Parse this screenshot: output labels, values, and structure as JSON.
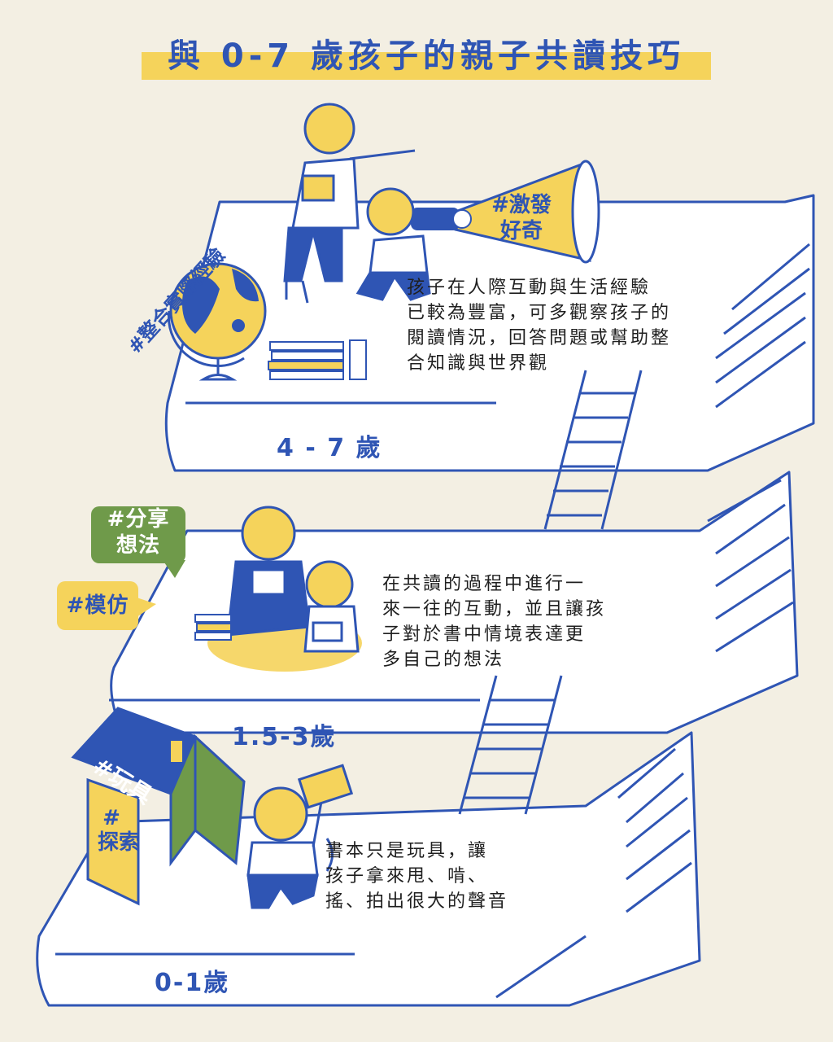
{
  "title": "與 0-7 歲孩子的親子共讀技巧",
  "colors": {
    "background": "#f3efe3",
    "blue": "#2f55b4",
    "yellow": "#f5d35b",
    "green": "#6f9a4a",
    "book_white": "#ffffff"
  },
  "stages": [
    {
      "age": "4 - 7 歲",
      "description": "孩子在人際互動與生活經驗\n已較為豐富，可多觀察孩子的\n閱讀情況，回答問題或幫助整\n合知識與世界觀",
      "tags": [
        "#激發\n好奇",
        "#整合實際經驗"
      ]
    },
    {
      "age": "1.5-3歲",
      "description": "在共讀的過程中進行一\n來一往的互動，並且讓孩\n子對於書中情境表達更\n多自己的想法",
      "tags": [
        "#分享\n想法",
        "#模仿"
      ]
    },
    {
      "age": "0-1歲",
      "description": "書本只是玩具，讓\n孩子拿來甩、啃、\n搖、拍出很大的聲音",
      "tags": [
        "#玩具",
        "#\n探索"
      ]
    }
  ]
}
